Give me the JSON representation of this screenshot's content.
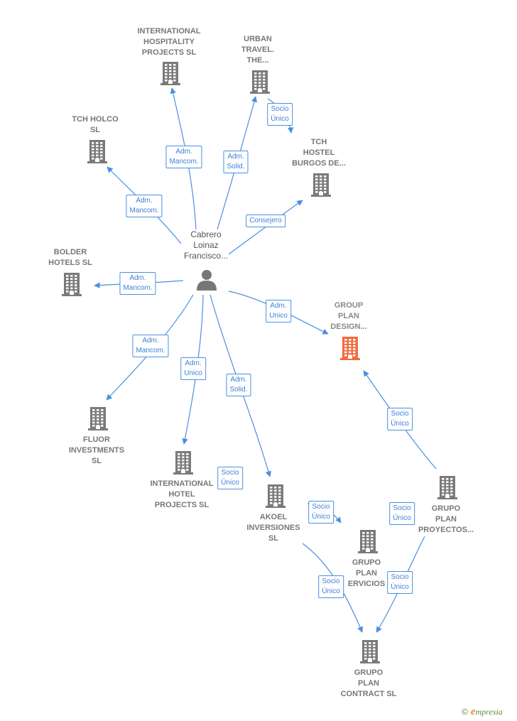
{
  "center": {
    "lines": [
      "Cabrero",
      "Loinaz",
      "Francisco..."
    ]
  },
  "nodes": [
    {
      "id": "ihp",
      "lines": [
        "INTERNATIONAL",
        "HOSPITALITY",
        "PROJECTS SL"
      ],
      "highlight": false
    },
    {
      "id": "urban",
      "lines": [
        "URBAN",
        "TRAVEL.",
        "THE..."
      ],
      "highlight": false
    },
    {
      "id": "tchholco",
      "lines": [
        "TCH HOLCO",
        "SL"
      ],
      "highlight": false
    },
    {
      "id": "tchhostel",
      "lines": [
        "TCH",
        "HOSTEL",
        "BURGOS DE..."
      ],
      "highlight": false
    },
    {
      "id": "bolder",
      "lines": [
        "BOLDER",
        "HOTELS  SL"
      ],
      "highlight": false
    },
    {
      "id": "groupplan",
      "lines": [
        "GROUP",
        "PLAN",
        "DESIGN..."
      ],
      "highlight": true
    },
    {
      "id": "fluor",
      "lines": [
        "FLUOR",
        "INVESTMENTS",
        "SL"
      ],
      "highlight": false
    },
    {
      "id": "ihotel",
      "lines": [
        "INTERNATIONAL",
        "HOTEL",
        "PROJECTS  SL"
      ],
      "highlight": false
    },
    {
      "id": "akoel",
      "lines": [
        "AKOEL",
        "INVERSIONES",
        "SL"
      ],
      "highlight": false
    },
    {
      "id": "servicios",
      "lines": [
        "GRUPO",
        "PLAN",
        "ERVICIOS"
      ],
      "highlight": false
    },
    {
      "id": "proyectos",
      "lines": [
        "GRUPO",
        "PLAN",
        "PROYECTOS..."
      ],
      "highlight": false
    },
    {
      "id": "contract",
      "lines": [
        "GRUPO",
        "PLAN",
        "CONTRACT  SL"
      ],
      "highlight": false
    }
  ],
  "badges": [
    {
      "id": "b_ihp",
      "lines": [
        "Adm.",
        "Mancom."
      ]
    },
    {
      "id": "b_urban",
      "lines": [
        "Adm.",
        "Solid."
      ]
    },
    {
      "id": "b_urban_hostel",
      "lines": [
        "Socio",
        "Único"
      ]
    },
    {
      "id": "b_tchholco",
      "lines": [
        "Adm.",
        "Mancom."
      ]
    },
    {
      "id": "b_hostel",
      "lines": [
        "Consejero"
      ]
    },
    {
      "id": "b_bolder",
      "lines": [
        "Adm.",
        "Mancom."
      ]
    },
    {
      "id": "b_groupplan",
      "lines": [
        "Adm.",
        "Unico"
      ]
    },
    {
      "id": "b_fluor",
      "lines": [
        "Adm.",
        "Mancom."
      ]
    },
    {
      "id": "b_ihotel",
      "lines": [
        "Adm.",
        "Unico"
      ]
    },
    {
      "id": "b_akoel",
      "lines": [
        "Adm.",
        "Solid."
      ]
    },
    {
      "id": "b_ihotel_socio",
      "lines": [
        "Socio",
        "Único"
      ]
    },
    {
      "id": "b_akoel_servicios",
      "lines": [
        "Socio",
        "Único"
      ]
    },
    {
      "id": "b_proyectos_groupplan",
      "lines": [
        "Socio",
        "Único"
      ]
    },
    {
      "id": "b_proyectos_servicios",
      "lines": [
        "Socio",
        "Único"
      ]
    },
    {
      "id": "b_akoel_contract",
      "lines": [
        "Socio",
        "Único"
      ]
    },
    {
      "id": "b_proyectos_contract",
      "lines": [
        "Socio",
        "Único"
      ]
    }
  ],
  "colors": {
    "edge": "#4a8fe0",
    "building": "#7a7a7a",
    "building_highlight": "#f26a3d",
    "person": "#777777"
  },
  "footer": {
    "copyright": "©",
    "brand_initial": "e",
    "brand_rest": "mpresia"
  }
}
